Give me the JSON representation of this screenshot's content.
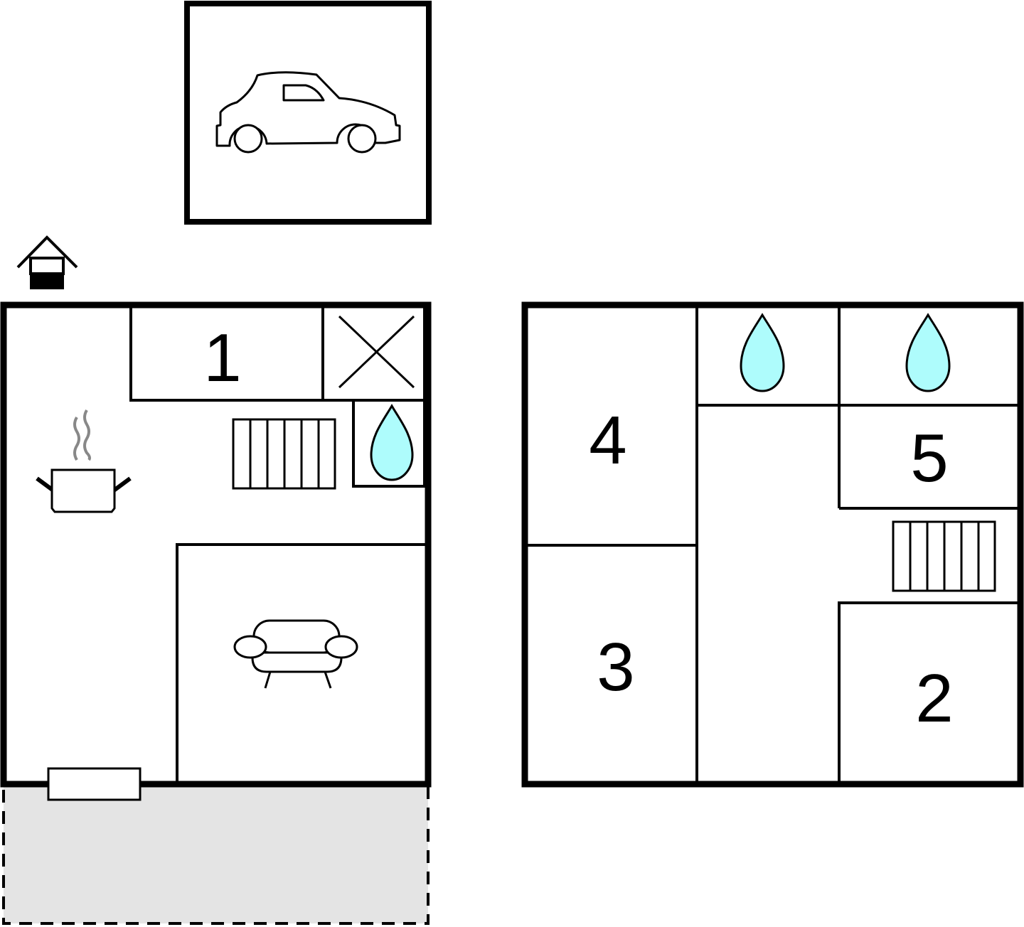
{
  "colors": {
    "wall": "#000000",
    "water": "#aefcfc",
    "terrace": "#e4e4e4",
    "steam": "#888888"
  },
  "ground_floor": {
    "rooms": [
      {
        "label": "1",
        "type": "bedroom"
      }
    ],
    "icons": [
      "house-entrance-icon",
      "cooking-pot-icon",
      "stairs-icon",
      "toilet-icon",
      "water-drop-icon",
      "sofa-icon",
      "door-icon"
    ]
  },
  "garage": {
    "icons": [
      "car-icon"
    ]
  },
  "upper_floor": {
    "rooms": [
      {
        "label": "4",
        "type": "bedroom"
      },
      {
        "label": "3",
        "type": "bedroom"
      },
      {
        "label": "5",
        "type": "bedroom"
      },
      {
        "label": "2",
        "type": "bedroom"
      }
    ],
    "icons": [
      "water-drop-icon",
      "water-drop-icon",
      "stairs-icon"
    ]
  }
}
